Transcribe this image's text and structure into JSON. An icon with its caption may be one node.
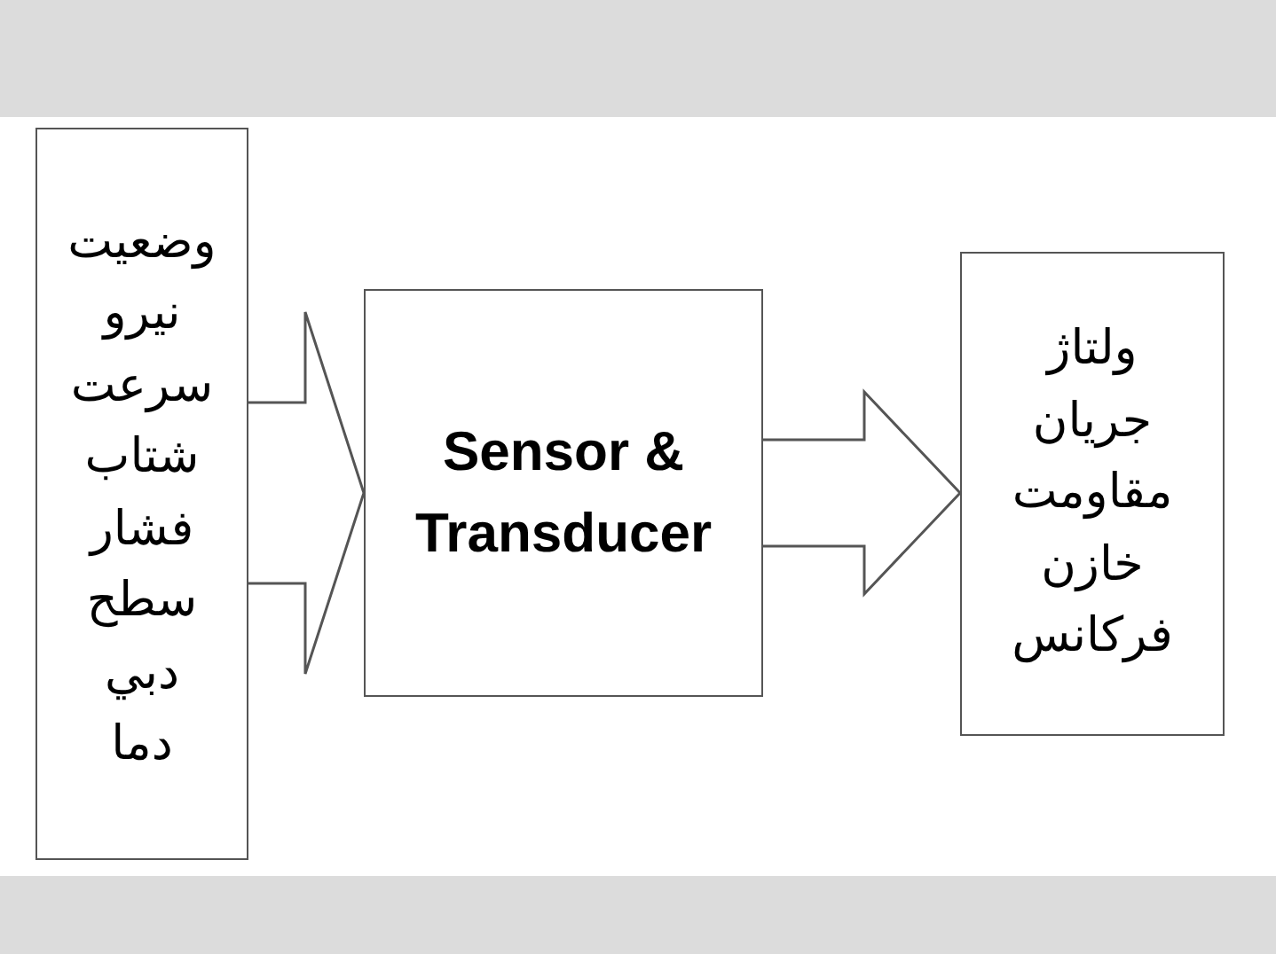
{
  "diagram": {
    "nodes": [
      {
        "text": [
          "وضعيت",
          "نيرو",
          "سرعت",
          "شتاب",
          "فشار",
          "سطح",
          "دبي",
          "دما"
        ]
      },
      {
        "text": [
          "Sensor & Transducer"
        ]
      },
      {
        "text": [
          "ولتاژ",
          "جريان",
          "مقاومت",
          "خازن",
          "فركانس"
        ]
      }
    ],
    "edges": [
      {
        "from": 0,
        "to": 1,
        "arrow": "to"
      },
      {
        "from": 1,
        "to": 2,
        "arrow": "to"
      }
    ]
  }
}
